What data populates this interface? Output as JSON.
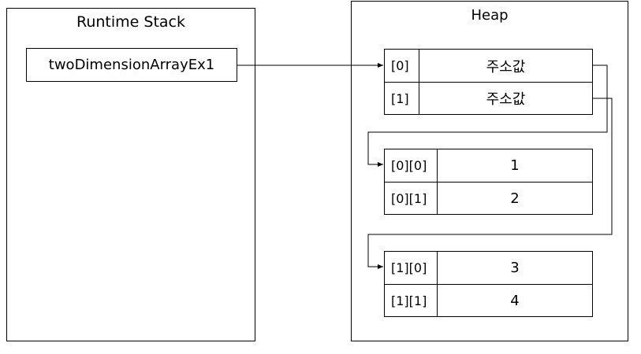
{
  "stack": {
    "title": "Runtime Stack",
    "variable": "twoDimensionArrayEx1"
  },
  "heap": {
    "title": "Heap",
    "outer_array": [
      {
        "index": "[0]",
        "value": "주소값"
      },
      {
        "index": "[1]",
        "value": "주소값"
      }
    ],
    "row0": [
      {
        "index": "[0][0]",
        "value": "1"
      },
      {
        "index": "[0][1]",
        "value": "2"
      }
    ],
    "row1": [
      {
        "index": "[1][0]",
        "value": "3"
      },
      {
        "index": "[1][1]",
        "value": "4"
      }
    ]
  }
}
